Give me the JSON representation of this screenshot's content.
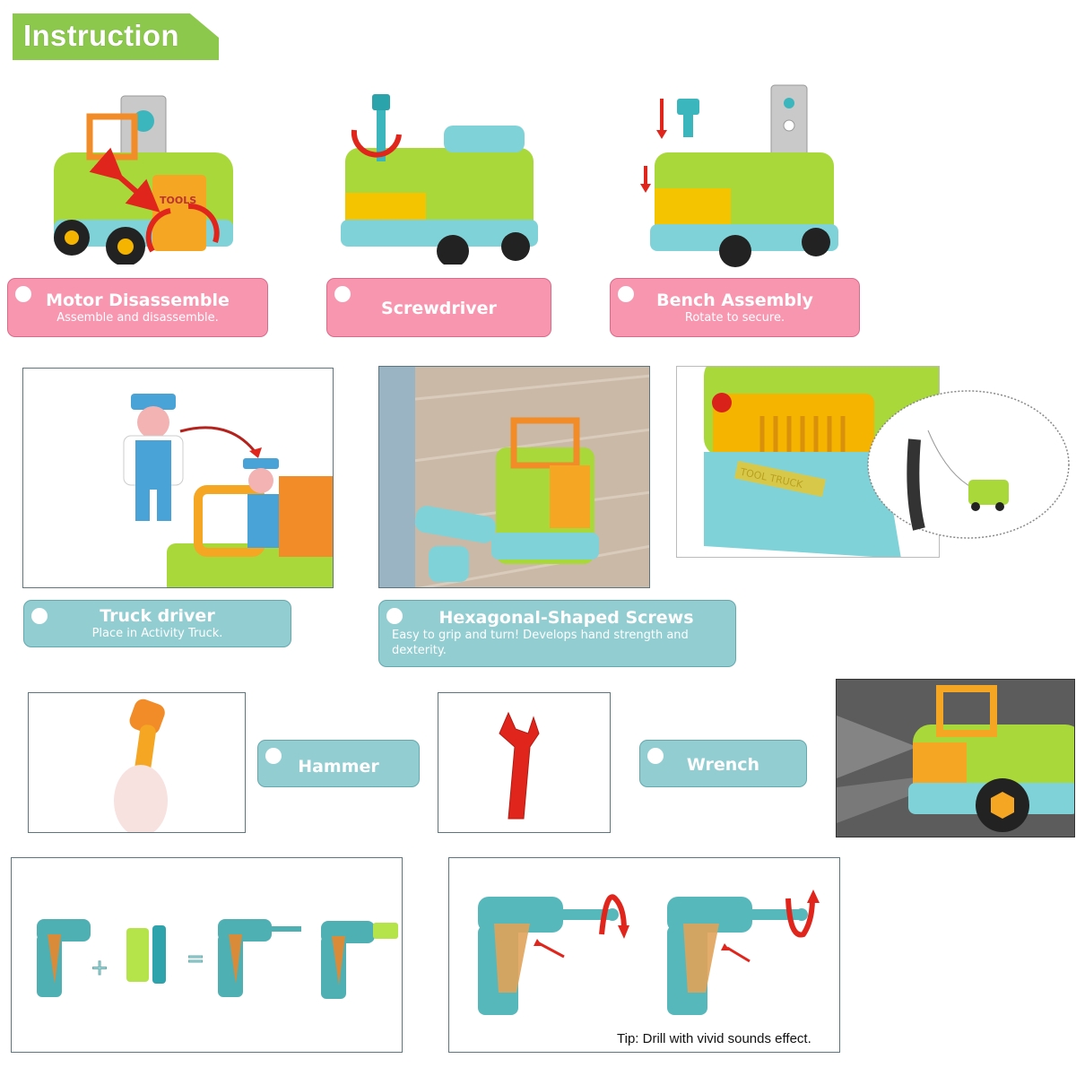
{
  "header": {
    "title": "Instruction",
    "color": "#8cc84b"
  },
  "row1": [
    {
      "title": "Motor Disassemble",
      "subtitle": "Assemble and disassemble."
    },
    {
      "title": "Screwdriver",
      "subtitle": ""
    },
    {
      "title": "Bench Assembly",
      "subtitle": "Rotate to secure."
    }
  ],
  "row2": [
    {
      "title": "Truck driver",
      "subtitle": "Place in Activity Truck."
    },
    {
      "title": "Hexagonal-Shaped Screws",
      "subtitle": "Easy to grip and turn! Develops hand strength and dexterity."
    }
  ],
  "row3": [
    {
      "title": "Hammer"
    },
    {
      "title": "Wrench"
    }
  ],
  "truck_plate": "TOOL TRUCK",
  "tip": "Tip: Drill with vivid sounds effect.",
  "colors": {
    "pink_label": "#f896b0",
    "teal_label": "#91cdd1",
    "truck_green": "#a8d83a",
    "truck_orange": "#f5a623",
    "truck_blue": "#7fd3d8",
    "arrow_red": "#e0261c"
  }
}
